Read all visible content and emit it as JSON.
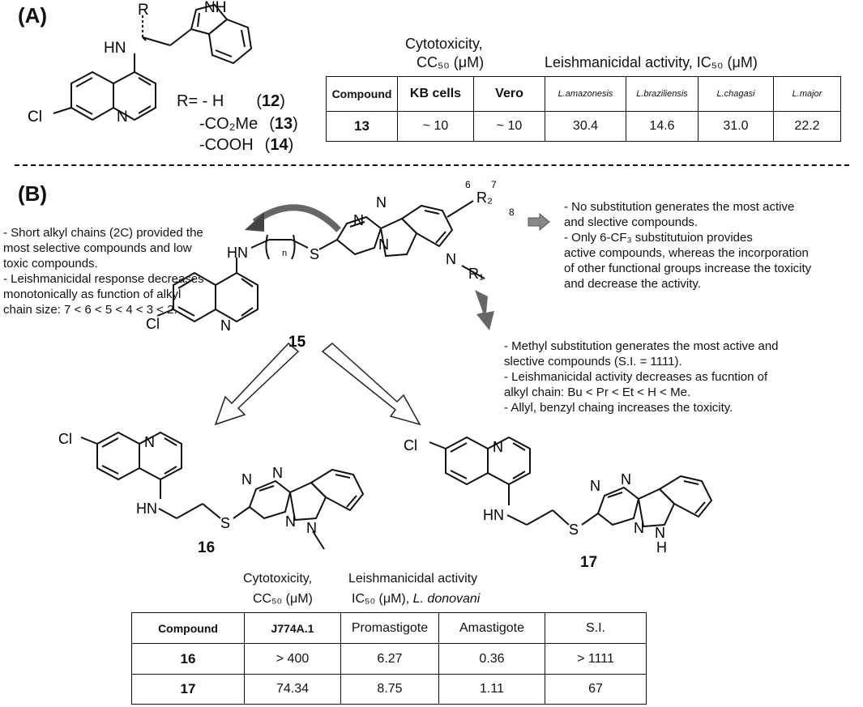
{
  "section_a": {
    "label": "(A)",
    "r_label": "R",
    "nh_label": "NH",
    "hn_label": "HN",
    "cl_label": "Cl",
    "n_label": "N",
    "r_options": [
      {
        "prefix": "R= - H",
        "num": "12"
      },
      {
        "prefix": "-CO₂Me",
        "num": "13"
      },
      {
        "prefix": "-COOH",
        "num": "14"
      }
    ],
    "cytotox_header": "Cytotoxicity,",
    "cc50_header": "CC₅₀ (μM)",
    "leish_header": "Leishmanicidal activity, IC₅₀ (μM)",
    "table": {
      "headers": [
        "Compound",
        "KB cells",
        "Vero",
        "L.amazonesis",
        "L.braziliensis",
        "L.chagasi",
        "L.major"
      ],
      "row": [
        "13",
        "~ 10",
        "~ 10",
        "30.4",
        "14.6",
        "31.0",
        "22.2"
      ]
    }
  },
  "section_b": {
    "label": "(B)",
    "compound_15": "15",
    "compound_16": "16",
    "compound_17": "17",
    "atom_labels": {
      "hn": "HN",
      "s": "S",
      "n": "N",
      "cl": "Cl",
      "r1": "R₁",
      "r2": "R₂",
      "pos6": "6",
      "pos7": "7",
      "pos8": "8",
      "n_sub": "n",
      "h": "H"
    },
    "note_left": [
      "- Short alkyl chains (2C) provided the",
      "most selective compounds and low",
      "toxic compounds.",
      "- Leishmanicidal response decreases",
      "monotonically as function of alkyl",
      "chain size: 7 < 6 < 5 < 4 < 3 < 2."
    ],
    "note_right": [
      "- No substitution generates the most active",
      "and slective compounds.",
      "- Only 6-CF₃ substitutuion provides",
      "active compounds, whereas the incorporation",
      "of other functional groups increase the toxicity",
      "and decrease the activity."
    ],
    "note_bottom": [
      "- Methyl substitution generates the most active and",
      "slective compounds (S.I. = 1111).",
      "- Leishmanicidal activity decreases as fucntion of",
      "alkyl chain: Bu < Pr < Et < H < Me.",
      "- Allyl, benzyl chaing increases the toxicity."
    ],
    "cytotox_header": "Cytotoxicity,",
    "cc50_header": "CC₅₀ (μM)",
    "leish_header": "Leishmanicidal activity",
    "ic50_header": "IC₅₀ (μM), ",
    "species": "L. donovani",
    "table": {
      "headers": [
        "Compound",
        "J774A.1",
        "Promastigote",
        "Amastigote",
        "S.I."
      ],
      "rows": [
        [
          "16",
          "> 400",
          "6.27",
          "0.36",
          "> 1111"
        ],
        [
          "17",
          "74.34",
          "8.75",
          "1.11",
          "67"
        ]
      ]
    }
  }
}
